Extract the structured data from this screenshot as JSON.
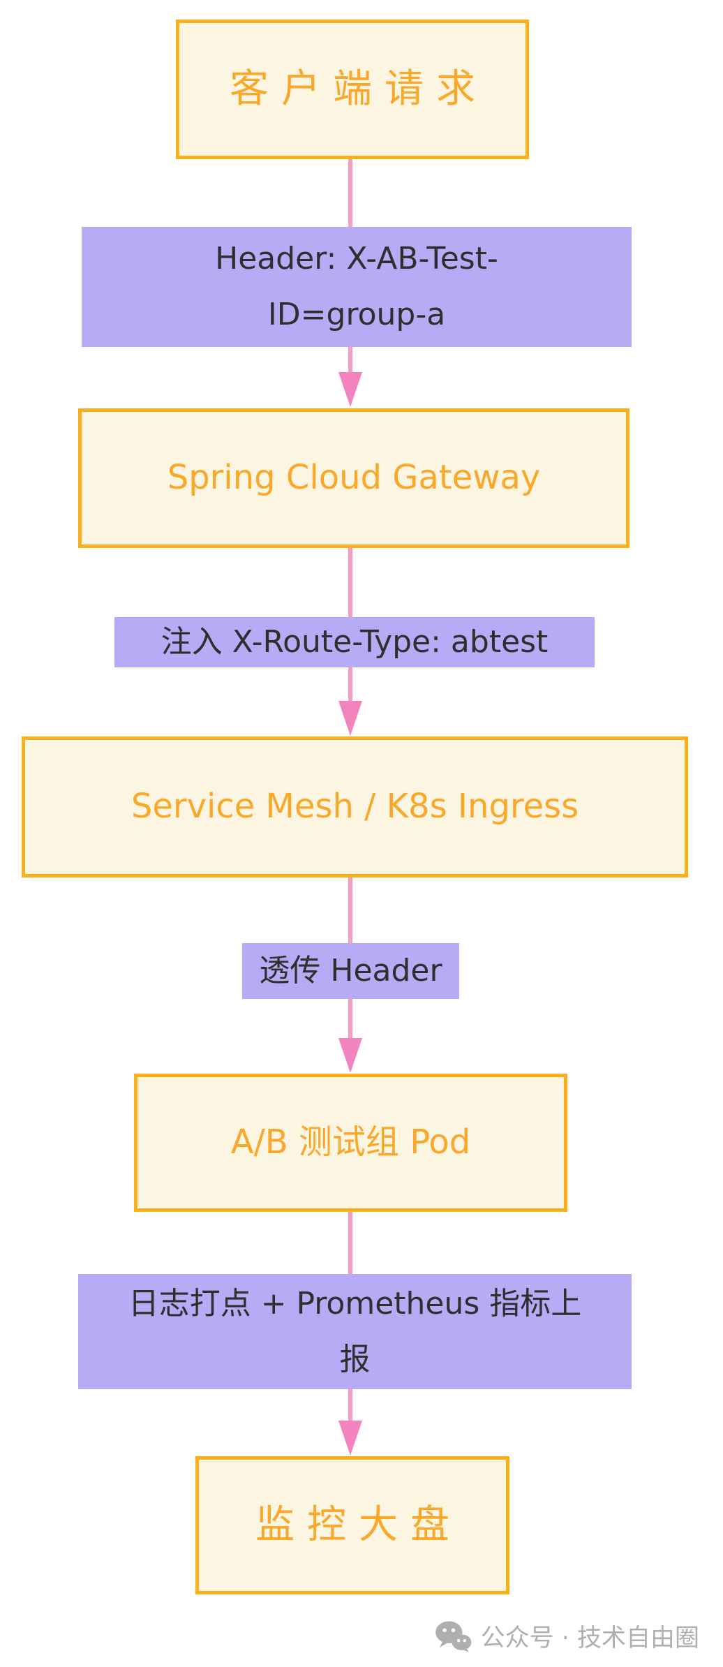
{
  "diagram": {
    "type": "flowchart-top-down",
    "nodes": [
      {
        "id": "client-request",
        "label": "客户端请求"
      },
      {
        "id": "spring-cloud-gateway",
        "label": "Spring Cloud Gateway"
      },
      {
        "id": "service-mesh-ingress",
        "label": "Service Mesh / K8s Ingress"
      },
      {
        "id": "ab-test-pod",
        "label": "A/B 测试组 Pod"
      },
      {
        "id": "monitoring-dashboard",
        "label": "监控大盘"
      }
    ],
    "edges": [
      {
        "from": "client-request",
        "to": "spring-cloud-gateway",
        "label": "Header: X-AB-Test-ID=group-a",
        "label_lines": [
          "Header: X-AB-Test-",
          "ID=group-a"
        ]
      },
      {
        "from": "spring-cloud-gateway",
        "to": "service-mesh-ingress",
        "label": "注入 X-Route-Type: abtest",
        "label_lines": [
          "注入 X-Route-Type: abtest"
        ]
      },
      {
        "from": "service-mesh-ingress",
        "to": "ab-test-pod",
        "label": "透传 Header",
        "label_lines": [
          "透传 Header"
        ]
      },
      {
        "from": "ab-test-pod",
        "to": "monitoring-dashboard",
        "label": "日志打点 + Prometheus 指标上报",
        "label_lines": [
          "日志打点 + Prometheus 指标上",
          "报"
        ]
      }
    ]
  },
  "watermark": {
    "icon": "wechat-icon",
    "text": "公众号 · 技术自由圈"
  },
  "colors": {
    "background": "#FFFFFF",
    "node_fill": "#FCF5E2",
    "node_border": "#F9B01B",
    "node_text": "#F9A82A",
    "edge_label_bg": "#B6ACF6",
    "edge_label_text": "#2E2E2E",
    "edge_line": "#F69CC9",
    "edge_arrow": "#F383BF",
    "watermark_gray": "#AFAFAF"
  }
}
